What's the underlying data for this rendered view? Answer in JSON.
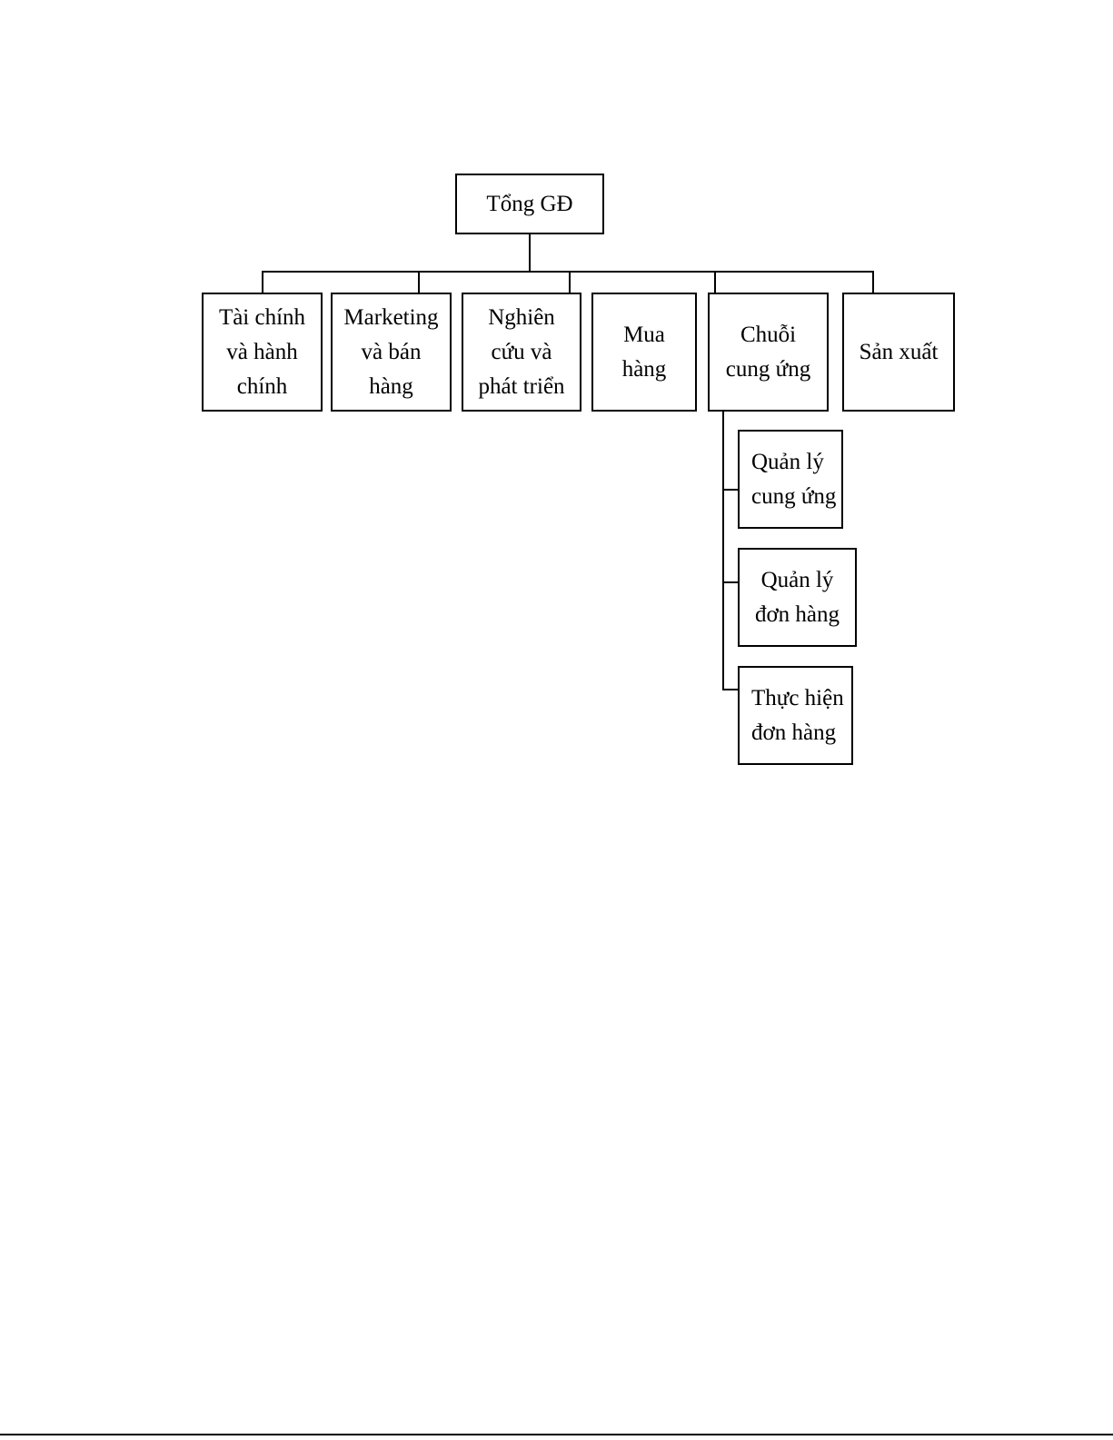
{
  "org_chart": {
    "root": {
      "label": "Tổng GĐ"
    },
    "departments": [
      {
        "label": "Tài chính\nvà hành\nchính"
      },
      {
        "label": "Marketing\nvà bán\nhàng"
      },
      {
        "label": "Nghiên\ncứu và\nphát triển"
      },
      {
        "label": "Mua\nhàng"
      },
      {
        "label": "Chuỗi\ncung ứng"
      },
      {
        "label": "Sản xuất"
      }
    ],
    "supply_chain_units": [
      {
        "label": "Quản lý\ncung ứng"
      },
      {
        "label": "Quản lý\nđơn hàng"
      },
      {
        "label": "Thực hiện\nđơn hàng"
      }
    ]
  }
}
